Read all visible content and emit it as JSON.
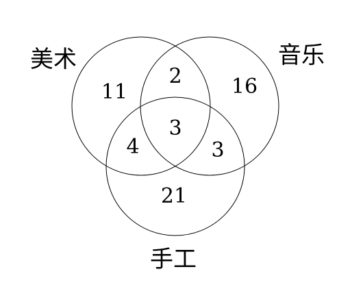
{
  "sets": {
    "art": {
      "label": "美术"
    },
    "music": {
      "label": "音乐"
    },
    "crafts": {
      "label": "手工"
    }
  },
  "regions": {
    "art_only": "11",
    "art_music": "2",
    "music_only": "16",
    "all_three": "3",
    "art_crafts": "4",
    "music_crafts": "3",
    "crafts_only": "21"
  },
  "colors": {
    "stroke": "#000000",
    "text": "#000000",
    "background": "#ffffff"
  }
}
